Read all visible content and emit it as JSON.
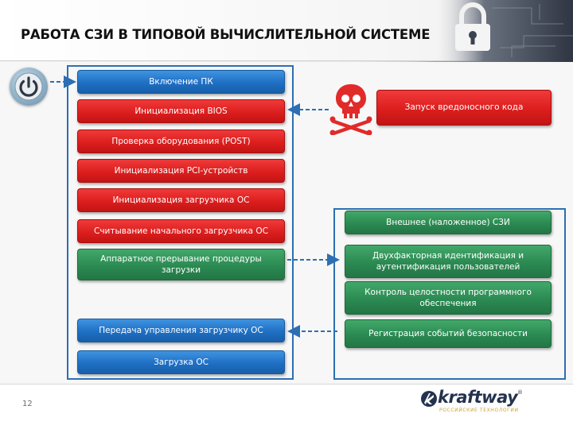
{
  "slide": {
    "title": "РАБОТА СЗИ В ТИПОВОЙ ВЫЧИСЛИТЕЛЬНОЙ СИСТЕМЕ",
    "page_number": "12"
  },
  "boot_sequence": [
    {
      "label": "Включение ПК",
      "color": "blue"
    },
    {
      "label": "Инициализация BIOS",
      "color": "red"
    },
    {
      "label": "Проверка оборудования (POST)",
      "color": "red"
    },
    {
      "label": "Инициализация PCI-устройств",
      "color": "red"
    },
    {
      "label": "Инициализация загрузчика ОС",
      "color": "red"
    },
    {
      "label": "Считывание начального загрузчика ОС",
      "color": "red"
    },
    {
      "label": "Аппаратное прерывание процедуры загрузки",
      "color": "green"
    },
    {
      "label": "Передача управления загрузчику ОС",
      "color": "blue"
    },
    {
      "label": "Загрузка ОС",
      "color": "blue"
    }
  ],
  "threat": {
    "label": "Запуск вредоносного кода",
    "icon": "skull-crossbones-icon",
    "color": "#e12a2a"
  },
  "szi": {
    "items": [
      {
        "label": "Внешнее (наложенное) СЗИ"
      },
      {
        "label": "Двухфакторная идентификация и аутентификация пользователей"
      },
      {
        "label": "Контроль целостности программного обеспечения"
      },
      {
        "label": "Регистрация событий безопасности"
      }
    ]
  },
  "logo": {
    "name": "kraftway",
    "tagline": "РОССИЙСКИЕ ТЕХНОЛОГИИ",
    "registered": "®"
  },
  "colors": {
    "blue": "#1f6fc4",
    "red": "#dc1e1e",
    "green": "#2b8a52",
    "frame": "#2c6fb3",
    "arrow": "#2c6fb3"
  },
  "icons": {
    "power": "power-icon",
    "lock": "padlock-icon",
    "logo_mark": "kraftway-logo-icon"
  }
}
